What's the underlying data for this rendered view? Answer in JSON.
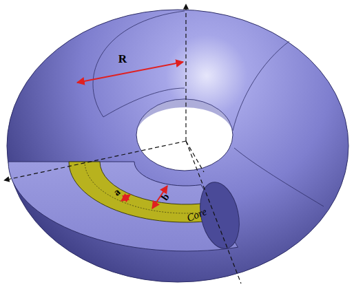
{
  "diagram": {
    "labels": [
      "R",
      "a",
      "b",
      "Core"
    ]
  }
}
